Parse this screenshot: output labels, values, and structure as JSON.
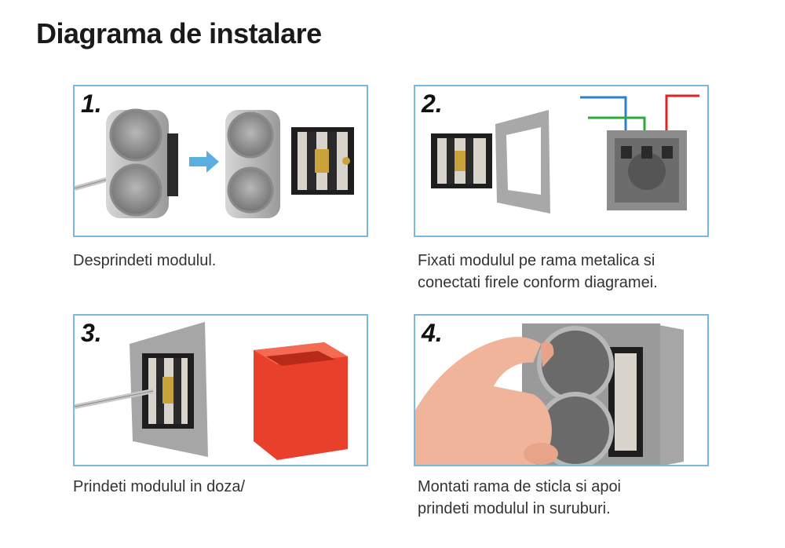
{
  "title": "Diagrama de instalare",
  "steps": [
    {
      "number": "1.",
      "caption": [
        "Desprindeti modulul."
      ]
    },
    {
      "number": "2.",
      "caption": [
        "Fixati modulul pe rama metalica si",
        "conectati firele conform diagramei."
      ]
    },
    {
      "number": "3.",
      "caption": [
        "Prindeti modulul in doza/"
      ]
    },
    {
      "number": "4.",
      "caption": [
        "Montati rama de sticla si apoi",
        "prindeti modulul in suruburi."
      ]
    }
  ],
  "colors": {
    "panel_border": "#7ab8e0",
    "arrow": "#5aaee0",
    "wire_blue": "#2a7fd0",
    "wire_green": "#2eaa3c",
    "wire_red": "#e02424",
    "mounting_box": "#e8402a"
  }
}
